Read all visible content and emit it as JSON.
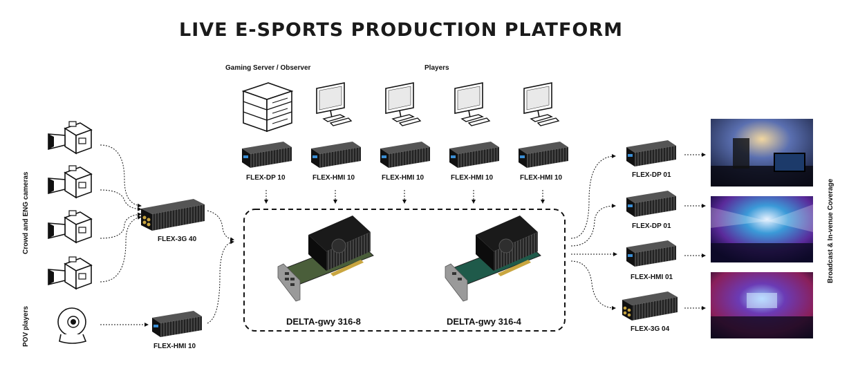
{
  "title": "LIVE E-SPORTS PRODUCTION PLATFORM",
  "groups": {
    "gaming_server": "Gaming Server / Observer",
    "players": "Players",
    "crowd_cameras": "Crowd and ENG cameras",
    "pov_players": "POV players",
    "broadcast": "Broadcast & In-venue Coverage"
  },
  "top_devices": [
    "FLEX-DP 10",
    "FLEX-HMI 10",
    "FLEX-HMI 10",
    "FLEX-HMI 10",
    "FLEX-HMI 10"
  ],
  "left_devices": {
    "hub": "FLEX-3G 40",
    "pov": "FLEX-HMI 10"
  },
  "cards": [
    "DELTA-gwy 316-8",
    "DELTA-gwy 316-4"
  ],
  "output_devices": [
    "FLEX-DP 01",
    "FLEX-DP 01",
    "FLEX-HMI 01",
    "FLEX-3G 04"
  ],
  "icons": [
    "server-icon",
    "monitor-icon",
    "camera-icon",
    "webcam-icon",
    "converter-box-icon",
    "pcie-card-icon",
    "stage-photo"
  ],
  "colors": {
    "ink": "#111111",
    "box": "#1c1c1c",
    "card_green_a": "#3d5a2e",
    "card_green_b": "#1f5a4a"
  }
}
